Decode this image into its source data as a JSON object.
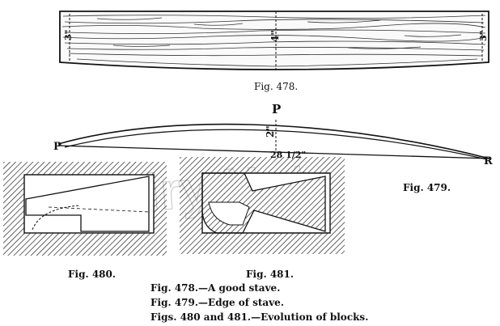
{
  "watermark": "Inquiry.Net",
  "fig478": {
    "label": "Fig. 478.",
    "end_left": "3\"",
    "middle": "4\"",
    "end_right": "3\""
  },
  "fig479": {
    "label": "Fig. 479.",
    "point_left": "P",
    "point_top": "P",
    "point_right": "R",
    "rise": "2\"",
    "length": "28 1/2\""
  },
  "fig480": {
    "label": "Fig. 480."
  },
  "fig481": {
    "label": "Fig. 481."
  },
  "captions": [
    "Fig. 478.—A good stave.",
    "Fig. 479.—Edge of stave.",
    "Figs. 480 and 481.—Evolution of blocks."
  ]
}
